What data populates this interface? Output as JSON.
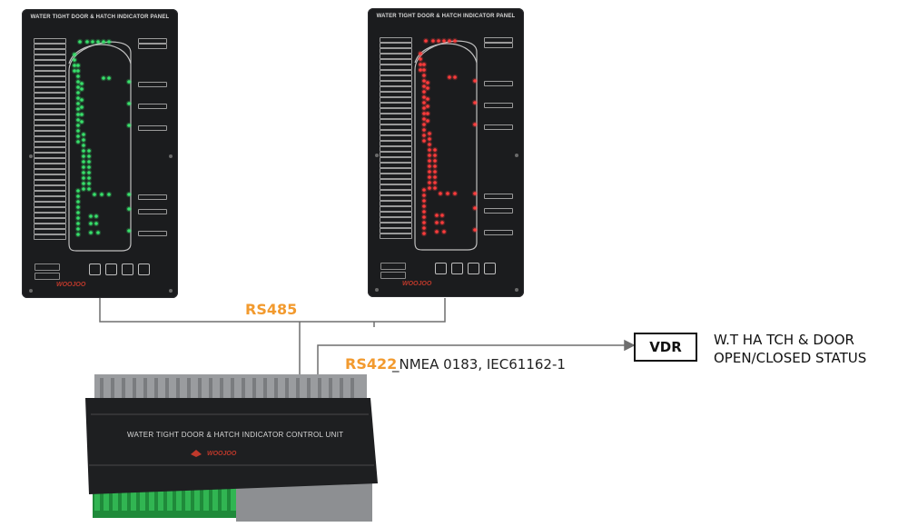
{
  "left_panel": {
    "title": "WATER TIGHT DOOR & HATCH INDICATOR PANEL",
    "led_color": "#37e06a",
    "brand": "WOOJOO"
  },
  "right_panel": {
    "title": "WATER TIGHT DOOR & HATCH INDICATOR PANEL",
    "led_color": "#ff3b3b",
    "brand": "WOOJOO"
  },
  "control_unit": {
    "title": "WATER TIGHT DOOR & HATCH INDICATOR CONTROL UNIT",
    "brand": "WOOJOO"
  },
  "links": {
    "rs485": "RS485",
    "rs422": "RS422",
    "rs422_detail": "_NMEA 0183, IEC61162-1"
  },
  "vdr": {
    "label": "VDR",
    "status_line1": "W.T HA TCH & DOOR",
    "status_line2": "OPEN/CLOSED STATUS"
  }
}
